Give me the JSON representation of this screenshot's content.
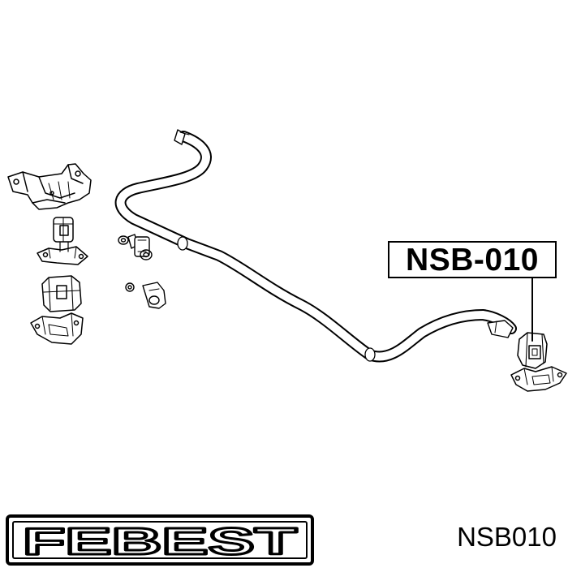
{
  "diagram": {
    "callout_label": "NSB-010"
  },
  "footer": {
    "brand": "FEBEST",
    "part_number": "NSB010"
  }
}
